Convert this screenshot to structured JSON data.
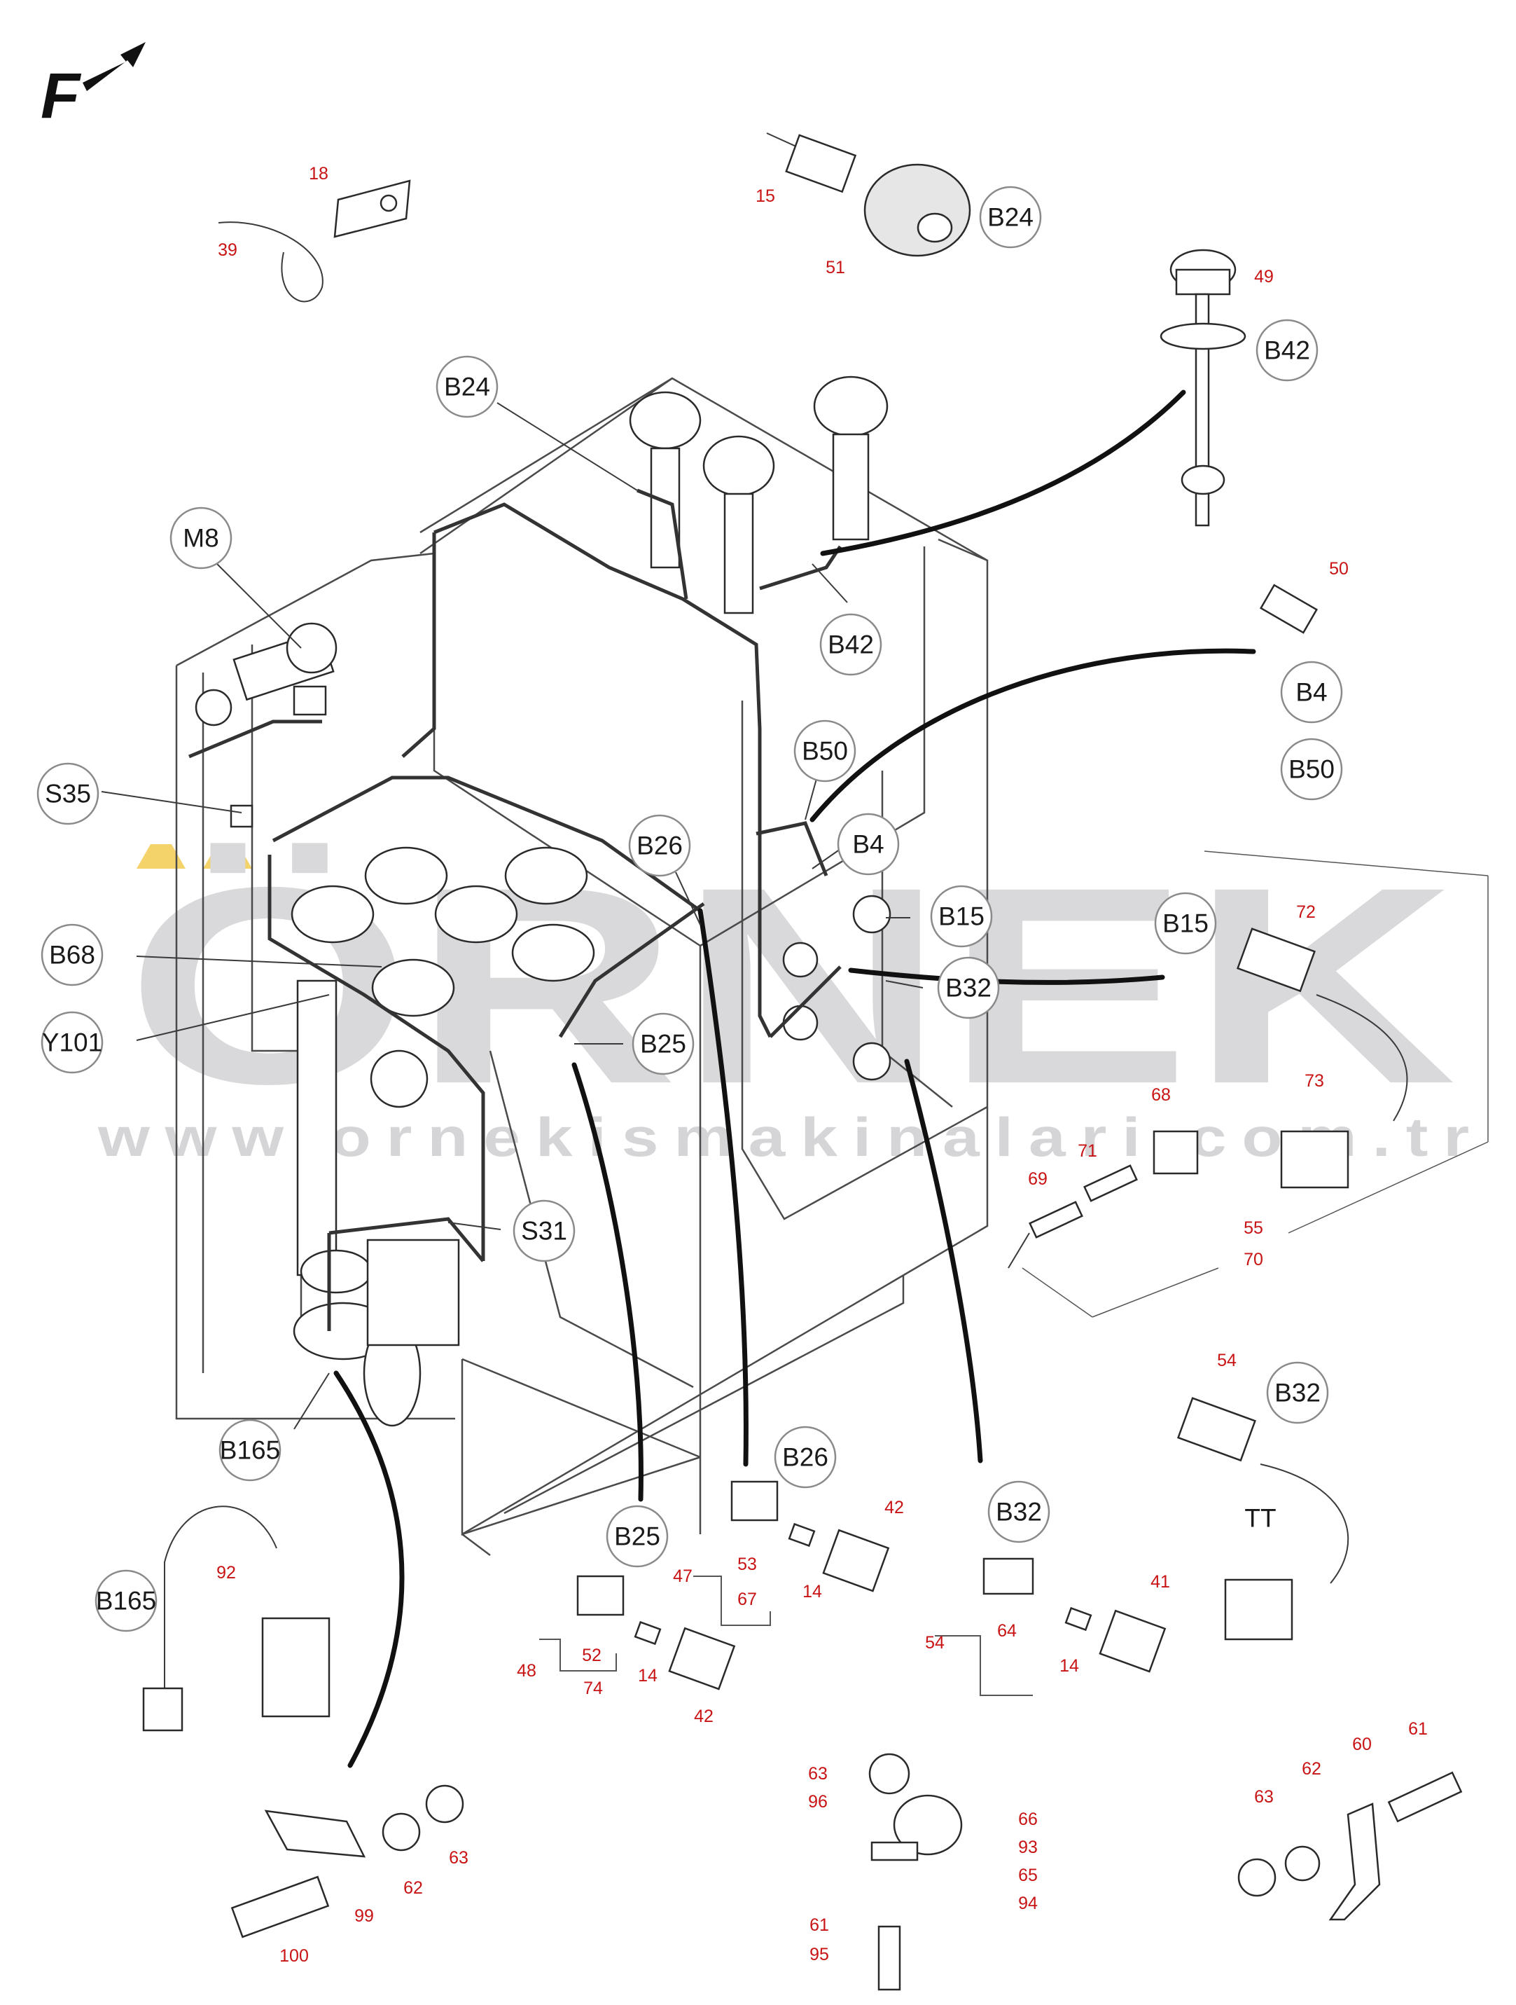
{
  "orientation": {
    "label": "F"
  },
  "watermark": {
    "brand": "ÖRNEK",
    "url": "www.ornekismakinalari.com.tr"
  },
  "callouts": [
    {
      "id": "B24",
      "label": "B24"
    },
    {
      "id": "B24-top",
      "label": "B24"
    },
    {
      "id": "B42",
      "label": "B42"
    },
    {
      "id": "B42-top",
      "label": "B42"
    },
    {
      "id": "M8",
      "label": "M8"
    },
    {
      "id": "B4",
      "label": "B4"
    },
    {
      "id": "B4-right",
      "label": "B4"
    },
    {
      "id": "B50",
      "label": "B50"
    },
    {
      "id": "B50-right",
      "label": "B50"
    },
    {
      "id": "S35",
      "label": "S35"
    },
    {
      "id": "B26",
      "label": "B26"
    },
    {
      "id": "B26-bottom",
      "label": "B26"
    },
    {
      "id": "B15",
      "label": "B15"
    },
    {
      "id": "B15-right",
      "label": "B15"
    },
    {
      "id": "B68",
      "label": "B68"
    },
    {
      "id": "Y101",
      "label": "Y101"
    },
    {
      "id": "B32",
      "label": "B32"
    },
    {
      "id": "B32-bottom",
      "label": "B32"
    },
    {
      "id": "B32-right",
      "label": "B32"
    },
    {
      "id": "B25",
      "label": "B25"
    },
    {
      "id": "B25-bottom",
      "label": "B25"
    },
    {
      "id": "S31",
      "label": "S31"
    },
    {
      "id": "B165",
      "label": "B165"
    },
    {
      "id": "B165-detail",
      "label": "B165"
    }
  ],
  "part_numbers": [
    "18",
    "39",
    "15",
    "51",
    "49",
    "50",
    "72",
    "73",
    "68",
    "71",
    "69",
    "55",
    "70",
    "54",
    "42",
    "41",
    "53",
    "67",
    "47",
    "14",
    "14",
    "14",
    "52",
    "74",
    "48",
    "42",
    "64",
    "54",
    "92",
    "63",
    "96",
    "66",
    "93",
    "65",
    "94",
    "61",
    "95",
    "61",
    "60",
    "62",
    "63",
    "62",
    "63",
    "99",
    "100"
  ],
  "labels": {
    "tt": "TT"
  }
}
